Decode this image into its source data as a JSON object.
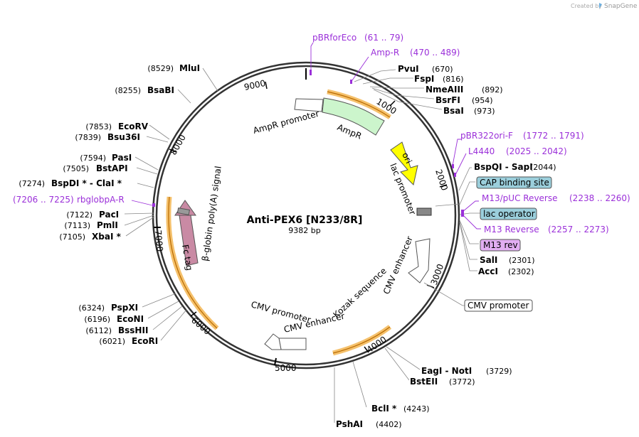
{
  "credit": {
    "prefix": "Created by",
    "brand": "SnapGene"
  },
  "plasmid": {
    "name": "Anti-PEX6 [N233/8R]",
    "size": "9382 bp"
  },
  "ticks": [
    "9000",
    "1000",
    "2000",
    "3000",
    "4000",
    "5000",
    "6000",
    "7000",
    "8000"
  ],
  "features": [
    {
      "label": "AmpR promoter"
    },
    {
      "label": "AmpR"
    },
    {
      "label": "ori"
    },
    {
      "label": "lac promoter"
    },
    {
      "label": "CMV enhancer"
    },
    {
      "label": "Kozak sequence"
    },
    {
      "label": "CMV promoter"
    },
    {
      "label": "CMV enhancer"
    },
    {
      "label": "Fc tag"
    },
    {
      "label": "β-globin poly(A) signal"
    }
  ],
  "sites": [
    {
      "name": "PvuI",
      "pos": "(670)"
    },
    {
      "name": "FspI",
      "pos": "(816)"
    },
    {
      "name": "NmeAIII",
      "pos": "(892)"
    },
    {
      "name": "BsrFI",
      "pos": "(954)"
    },
    {
      "name": "BsaI",
      "pos": "(973)"
    },
    {
      "name": "BspQI  -  SapI",
      "pos": "(2044)"
    },
    {
      "name": "SalI",
      "pos": "(2301)"
    },
    {
      "name": "AccI",
      "pos": "(2302)"
    },
    {
      "name": "EagI  -  NotI",
      "pos": "(3729)"
    },
    {
      "name": "BstEII",
      "pos": "(3772)"
    },
    {
      "name": "BclI *",
      "pos": "(4243)"
    },
    {
      "name": "PshAI",
      "pos": "(4402)"
    },
    {
      "name": "MluI",
      "pos": "(8529)"
    },
    {
      "name": "BsaBI",
      "pos": "(8255)"
    },
    {
      "name": "EcoRV",
      "pos": "(7853)"
    },
    {
      "name": "Bsu36I",
      "pos": "(7839)"
    },
    {
      "name": "PasI",
      "pos": "(7594)"
    },
    {
      "name": "BstAPI",
      "pos": "(7505)"
    },
    {
      "name": "BspDI *  -  ClaI *",
      "pos": "(7274)"
    },
    {
      "name": "PacI",
      "pos": "(7122)"
    },
    {
      "name": "PmlI",
      "pos": "(7113)"
    },
    {
      "name": "XbaI *",
      "pos": "(7105)"
    },
    {
      "name": "PspXI",
      "pos": "(6324)"
    },
    {
      "name": "EcoNI",
      "pos": "(6196)"
    },
    {
      "name": "BssHII",
      "pos": "(6112)"
    },
    {
      "name": "EcoRI",
      "pos": "(6021)"
    }
  ],
  "primers": [
    {
      "name": "pBRforEco",
      "range": "(61 .. 79)"
    },
    {
      "name": "Amp-R",
      "range": "(470 .. 489)"
    },
    {
      "name": "pBR322ori-F",
      "range": "(1772 .. 1791)"
    },
    {
      "name": "L4440",
      "range": "(2025 .. 2042)"
    },
    {
      "name": "M13/pUC Reverse",
      "range": "(2238 .. 2260)"
    },
    {
      "name": "M13 Reverse",
      "range": "(2257 .. 2273)"
    },
    {
      "name": "rbglobpA-R",
      "range": "(7206 .. 7225)"
    }
  ],
  "boxes": [
    {
      "label": "CAP binding site"
    },
    {
      "label": "lac operator"
    },
    {
      "label": "M13 rev"
    },
    {
      "label": "CMV promoter"
    }
  ],
  "colors": {
    "primer": "#9b30d9",
    "ampr": "#ccf5cc",
    "ori": "#ffff00",
    "fc_tag": "#c98aa4",
    "highlight": "#f5c16c",
    "box_blue": "#9bcfdc",
    "box_purple": "#e2aef2"
  }
}
